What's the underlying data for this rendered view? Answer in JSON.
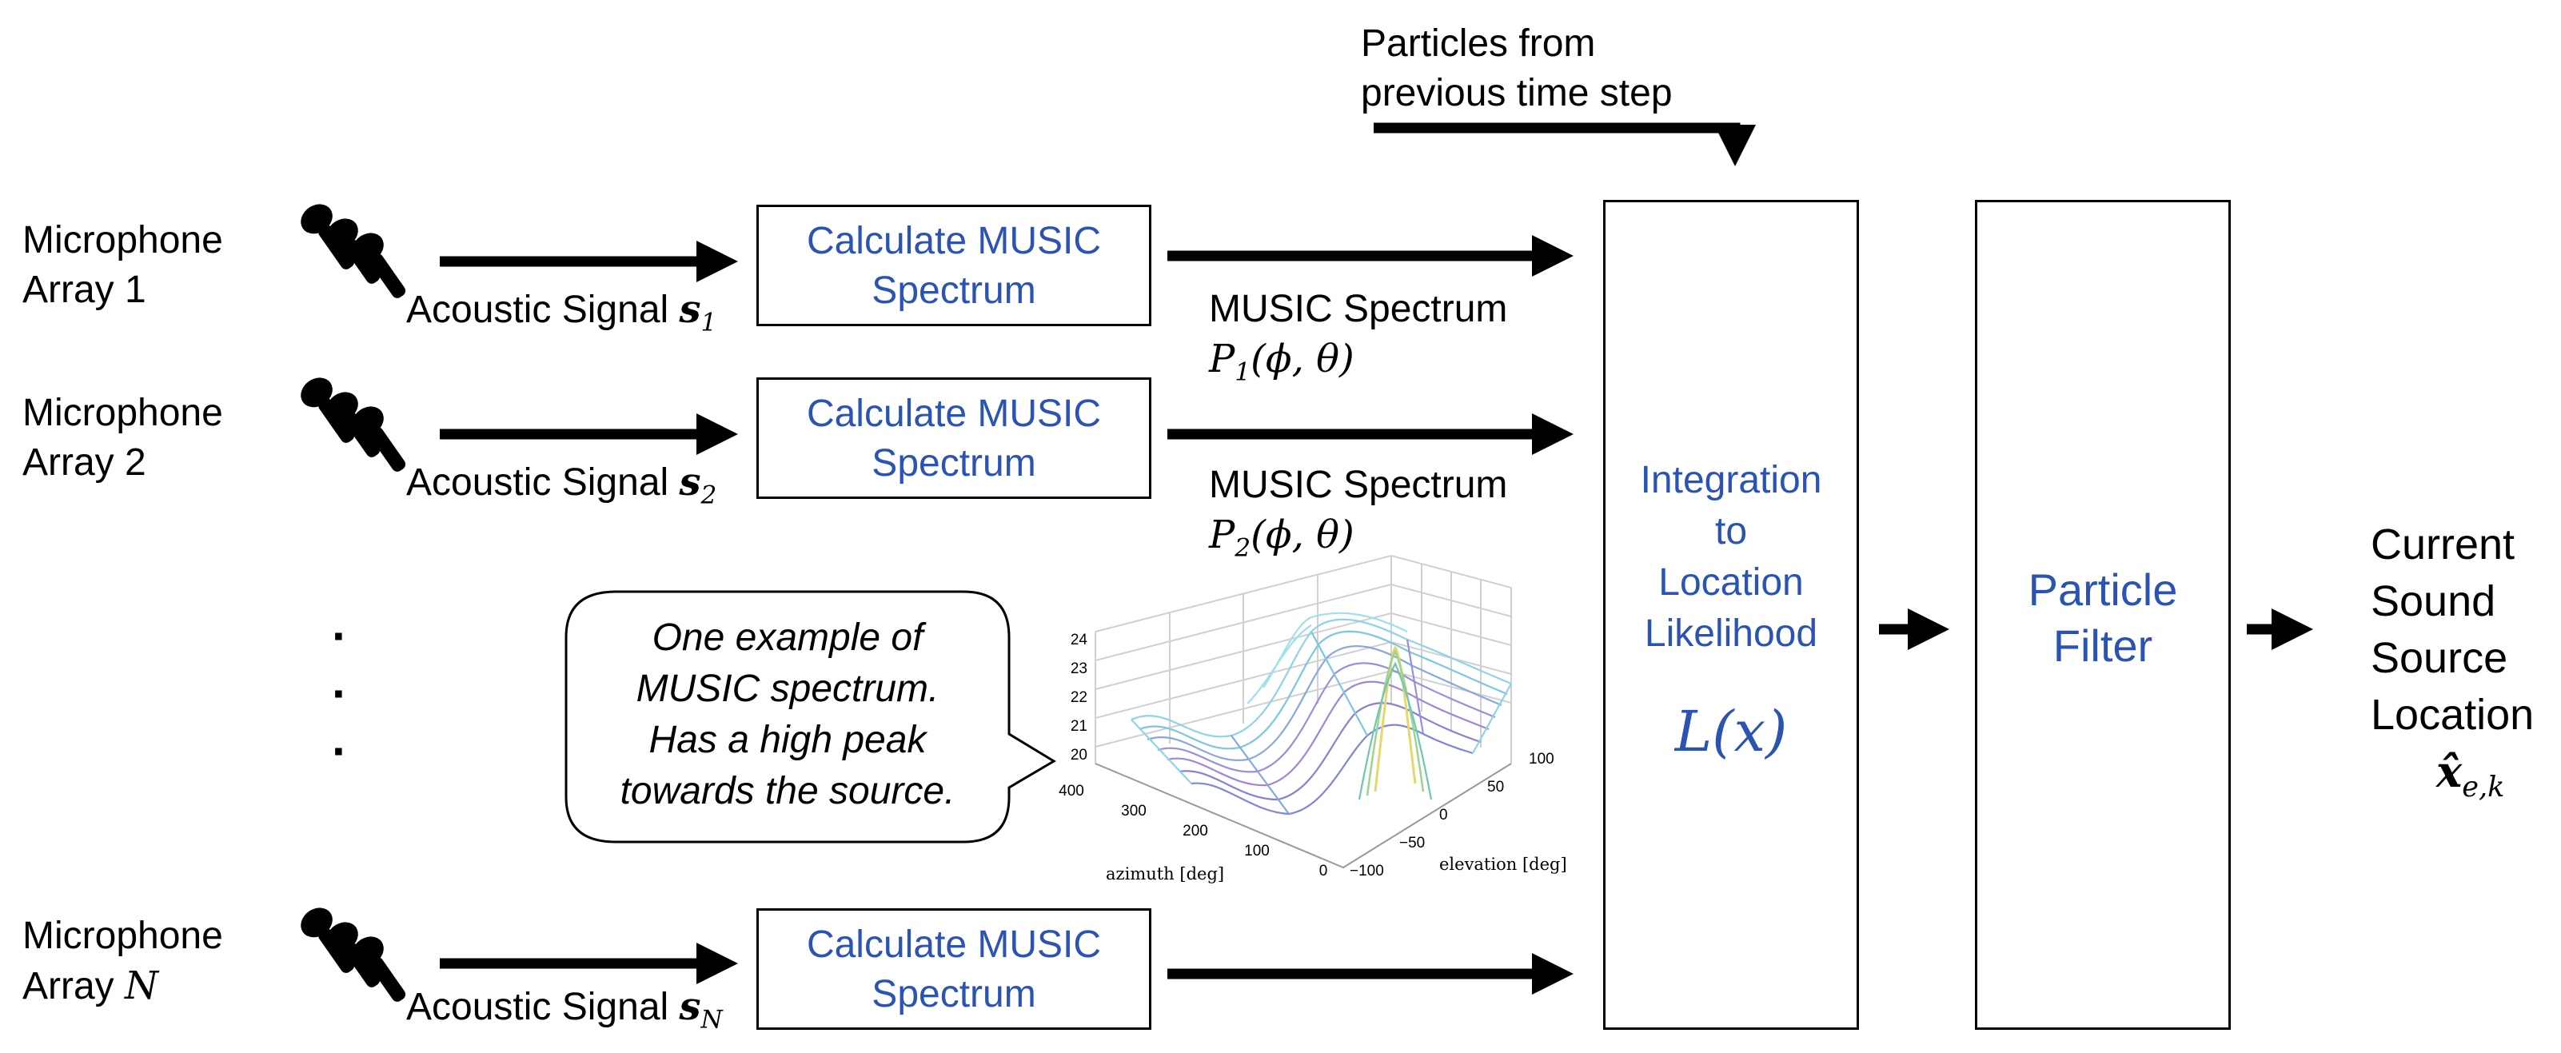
{
  "top_input": {
    "line1": "Particles from",
    "line2": "previous time step"
  },
  "arrays": [
    {
      "line1": "Microphone",
      "line2": "Array 1",
      "signal": "Acoustic Signal",
      "signal_var": "s",
      "signal_sub": "1",
      "calc_line1": "Calculate MUSIC",
      "calc_line2": "Spectrum",
      "spectrum_label": "MUSIC Spectrum",
      "spectrum_var": "P",
      "spectrum_sub": "1",
      "spectrum_args": "(ϕ, θ)"
    },
    {
      "line1": "Microphone",
      "line2": "Array 2",
      "signal": "Acoustic Signal",
      "signal_var": "s",
      "signal_sub": "2",
      "calc_line1": "Calculate MUSIC",
      "calc_line2": "Spectrum",
      "spectrum_label": "MUSIC Spectrum",
      "spectrum_var": "P",
      "spectrum_sub": "2",
      "spectrum_args": "(ϕ, θ)"
    },
    {
      "line1": "Microphone",
      "line2": "Array",
      "line2_var": "N",
      "signal": "Acoustic Signal",
      "signal_var": "s",
      "signal_sub": "N",
      "calc_line1": "Calculate MUSIC",
      "calc_line2": "Spectrum"
    }
  ],
  "ellipsis": [
    "·",
    "·",
    "·"
  ],
  "callout": {
    "lines": [
      "One example of",
      "MUSIC spectrum.",
      "Has a high peak",
      "towards the source."
    ]
  },
  "plot": {
    "z_ticks": [
      "24",
      "23",
      "22",
      "21",
      "20"
    ],
    "az_ticks": [
      "400",
      "300",
      "200",
      "100",
      "0"
    ],
    "el_ticks": [
      "100",
      "50",
      "0",
      "−50",
      "−100"
    ],
    "az_label": "azimuth [deg]",
    "el_label": "elevation [deg]"
  },
  "integration": {
    "lines": [
      "Integration",
      "to",
      "Location",
      "Likelihood"
    ],
    "formula": "L(x)"
  },
  "particle_filter": {
    "line1": "Particle",
    "line2": "Filter"
  },
  "output": {
    "lines": [
      "Current",
      "Sound",
      "Source",
      "Location"
    ],
    "var": "x̂",
    "sub": "e,k"
  },
  "colors": {
    "blue": "#2a53b2",
    "black": "#000000"
  }
}
